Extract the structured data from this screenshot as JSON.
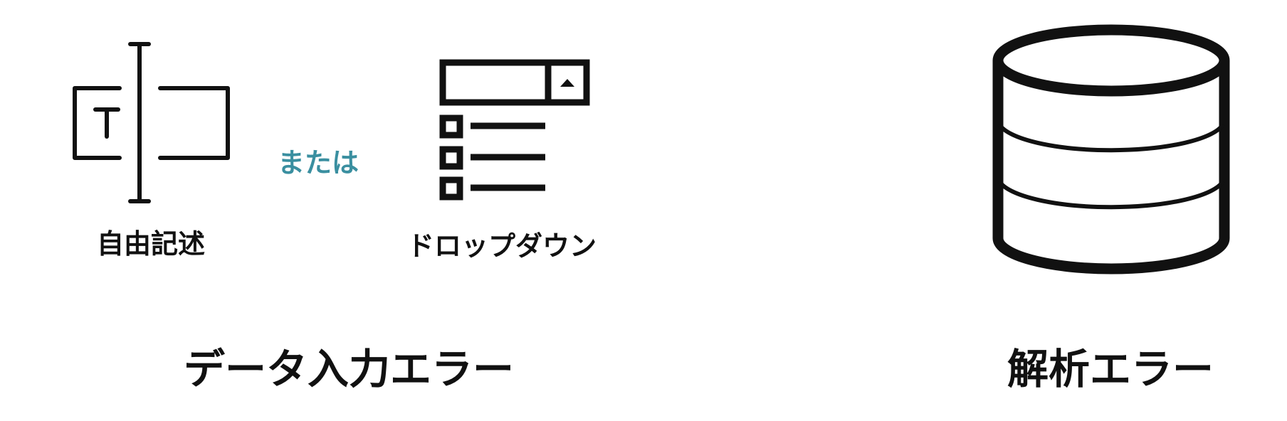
{
  "left": {
    "free_text_label": "自由記述",
    "or_label": "または",
    "dropdown_label": "ドロップダウン",
    "title": "データ入力エラー",
    "free_text_icon_glyph": "T"
  },
  "right": {
    "title": "解析エラー"
  },
  "icons": {
    "text_cursor": "text-cursor-icon",
    "dropdown": "dropdown-icon",
    "database": "database-icon"
  },
  "colors": {
    "ink": "#111111",
    "accent": "#3a8fa0"
  }
}
